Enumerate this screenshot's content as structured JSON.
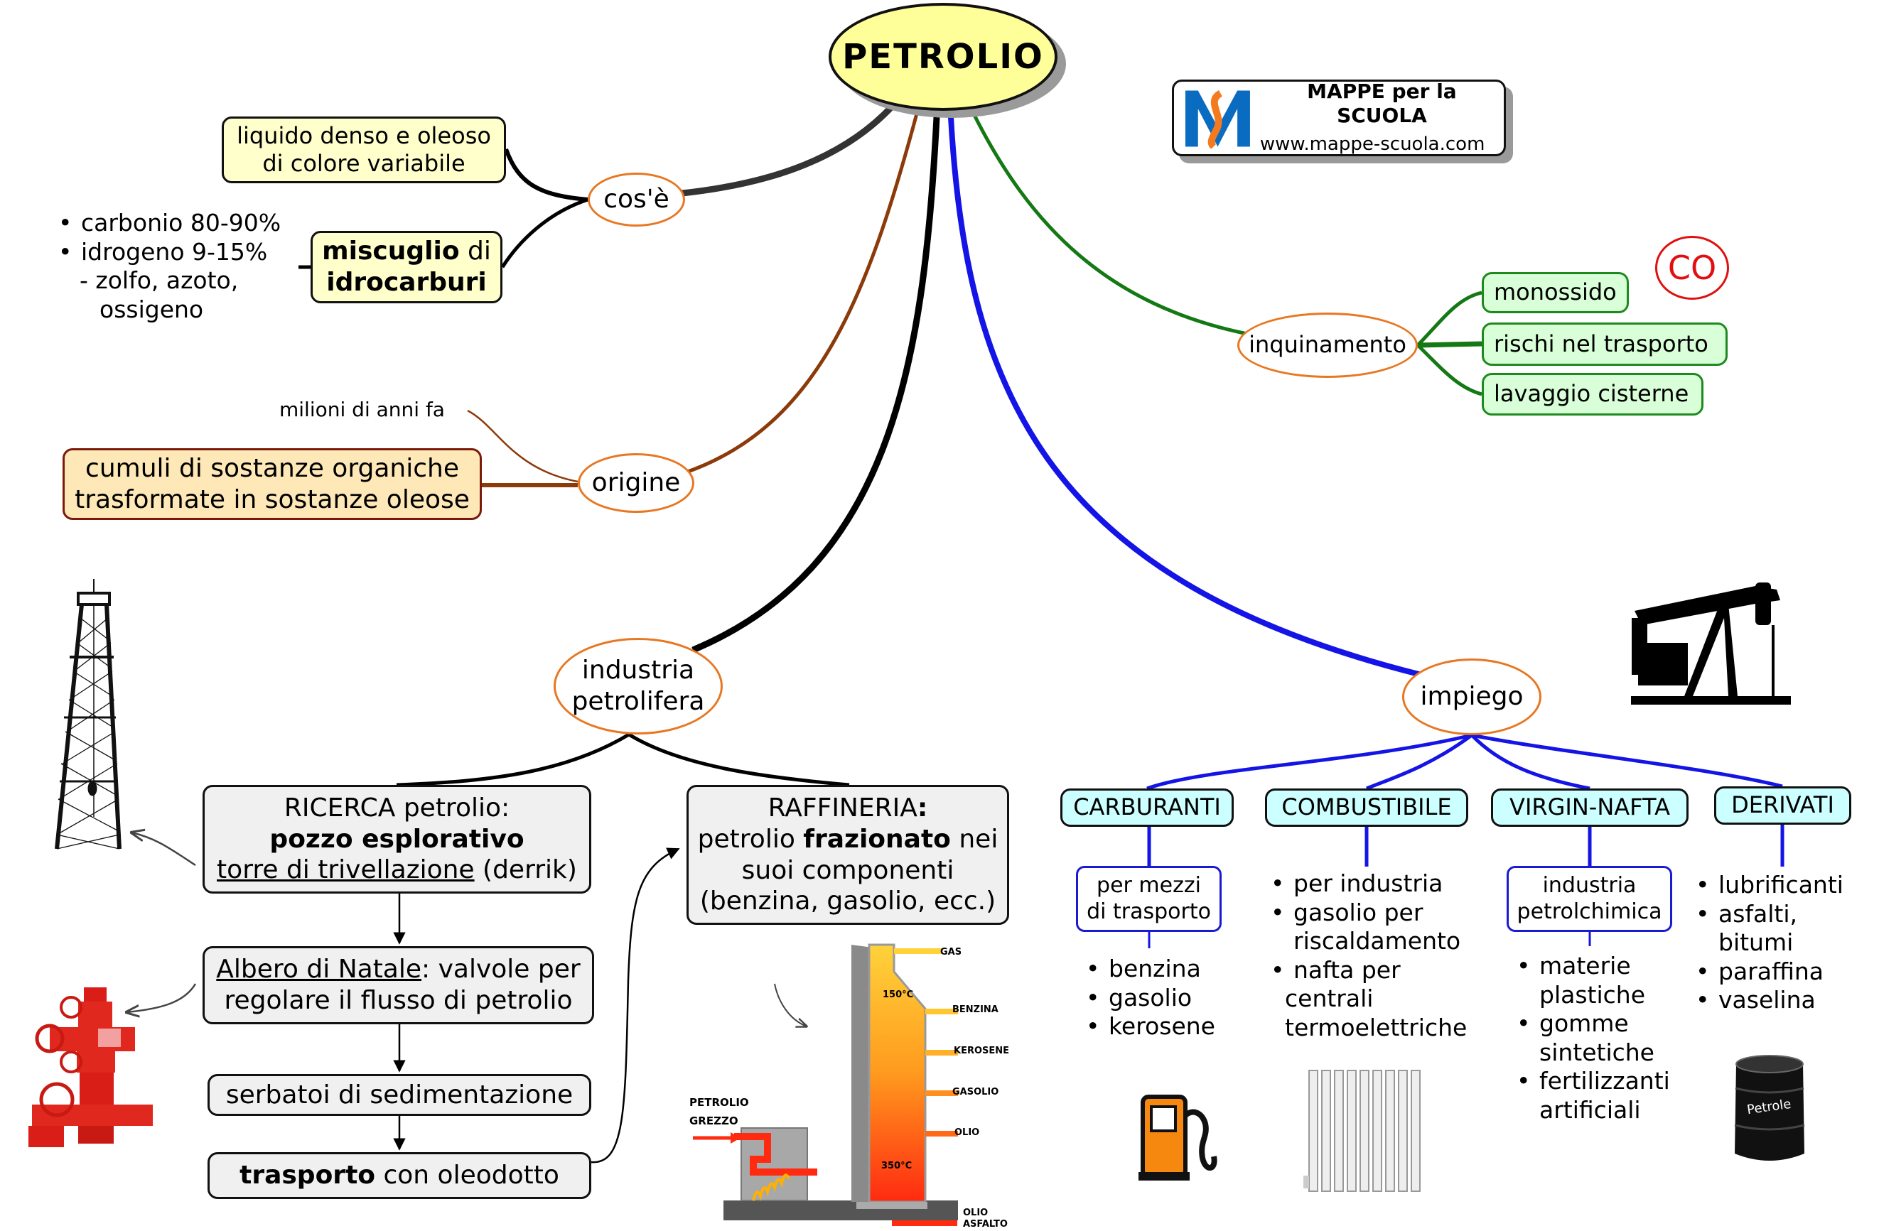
{
  "title": "PETROLIO",
  "logo": {
    "name": "MAPPE per la SCUOLA",
    "url": "www.mappe-scuola.com",
    "colors": {
      "blue": "#0a6cc0",
      "orange": "#f47a20"
    }
  },
  "branches": {
    "cose": {
      "label": "cos'è",
      "liquido": [
        "liquido denso e oleoso",
        "di colore variabile"
      ],
      "miscuglio": {
        "bold1": "miscuglio",
        "rest1": " di",
        "bold2": "idrocarburi"
      },
      "composition": [
        "carbonio 80-90%",
        "idrogeno 9-15%"
      ],
      "composition_sub": [
        "- zolfo, azoto,",
        "ossigeno"
      ]
    },
    "origine": {
      "label": "origine",
      "note": "milioni di anni fa",
      "cumuli": [
        "cumuli di sostanze organiche",
        "trasformate in sostanze oleose"
      ]
    },
    "inquinamento": {
      "label": "inquinamento",
      "items": [
        "monossido",
        "rischi nel trasporto",
        "lavaggio cisterne"
      ],
      "co_badge": "CO"
    },
    "industria": {
      "label_lines": [
        "industria",
        "petrolifera"
      ],
      "ricerca": {
        "line1": "RICERCA petrolio:",
        "bold": "pozzo esplorativo",
        "underlined": "torre di trivellazione",
        "rest": " (derrik)"
      },
      "albero": {
        "underlined": "Albero di Natale",
        "rest": ": valvole per",
        "line2": "regolare il flusso di petrolio"
      },
      "serbatoi": "serbatoi di sedimentazione",
      "trasporto": {
        "bold": "trasporto",
        "rest": " con oleodotto"
      },
      "raffineria": {
        "line1a": "RAFFINERIA",
        "line1b": ":",
        "line2a": "petrolio ",
        "line2b": "frazionato",
        "line2c": " nei",
        "line3": "suoi componenti",
        "line4": "(benzina, gasolio, ecc.)"
      },
      "column_labels": {
        "gas": "GAS",
        "benzina": "BENZINA",
        "kerosene": "KEROSENE",
        "gasolio": "GASOLIO",
        "olio": "OLIO",
        "olio2": "OLIO",
        "asfalto": "ASFALTO",
        "t_top": "150°C",
        "t_bottom": "350°C",
        "input1": "PETROLIO",
        "input2": "GREZZO"
      }
    },
    "impiego": {
      "label": "impiego",
      "categories": [
        {
          "label": "CARBURANTI",
          "box": [
            "per mezzi",
            "di trasporto"
          ],
          "items": [
            "benzina",
            "gasolio",
            "kerosene"
          ]
        },
        {
          "label": "COMBUSTIBILE",
          "items": [
            "per industria",
            "gasolio per",
            "nafta per"
          ],
          "item_cont": {
            "1": "riscaldamento",
            "2a": "centrali",
            "2b": "termoelettriche"
          }
        },
        {
          "label": "VIRGIN-NAFTA",
          "box": [
            "industria",
            "petrolchimica"
          ],
          "items": [
            "materie",
            "gomme",
            "fertilizzanti"
          ],
          "item_cont": [
            "plastiche",
            "sintetiche",
            "artificiali"
          ]
        },
        {
          "label": "DERIVATI",
          "items": [
            "lubrificanti",
            "asfalti, bitumi",
            "paraffina",
            "vaselina"
          ]
        }
      ],
      "barrel_label": "Petrole"
    }
  },
  "colors": {
    "title_fill": "#ffff99",
    "node_border": "#e87722",
    "branch_cose": "#333333",
    "branch_origine": "#8b3a0a",
    "branch_industria": "#000000",
    "branch_impiego": "#1414e6",
    "branch_inquinamento": "#147814"
  }
}
